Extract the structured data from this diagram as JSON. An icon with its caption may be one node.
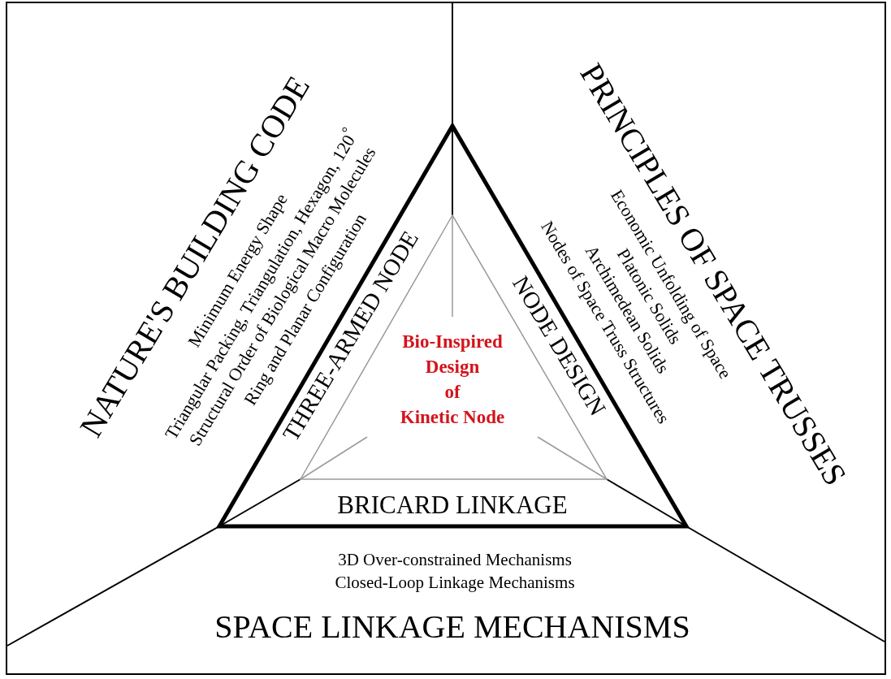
{
  "diagram": {
    "nodes": [
      {
        "text": [
          "NATURE'S BUILDING CODE",
          "Minimum Energy Shape",
          "Triangular Packing, Triangulation, Hexagon, 120$^{°}$",
          "Structural Order of Biological Macro Molecules",
          "Ring and Planar Configuration"
        ]
      },
      {
        "text": [
          "PRINCIPLES OF SPACE TRUSSES",
          "Economic Unfolding of Space",
          "Platonic Solids",
          "Archimedean Solids",
          "Nodes of Space Truss Structures"
        ]
      },
      {
        "text": [
          "3D Over-constrained Mechanisms",
          "Closed-Loop Linkage Mechanisms",
          "SPACE LINKAGE MECHANISMS"
        ]
      },
      {
        "text": [
          "THREE-ARMED NODE"
        ]
      },
      {
        "text": [
          "NODE DESIGN"
        ]
      },
      {
        "text": [
          "BRICARD LINKAGE"
        ]
      },
      {
        "text": [
          "Bio-Inspired Design of Kinetic Node"
        ]
      }
    ],
    "edges": []
  }
}
